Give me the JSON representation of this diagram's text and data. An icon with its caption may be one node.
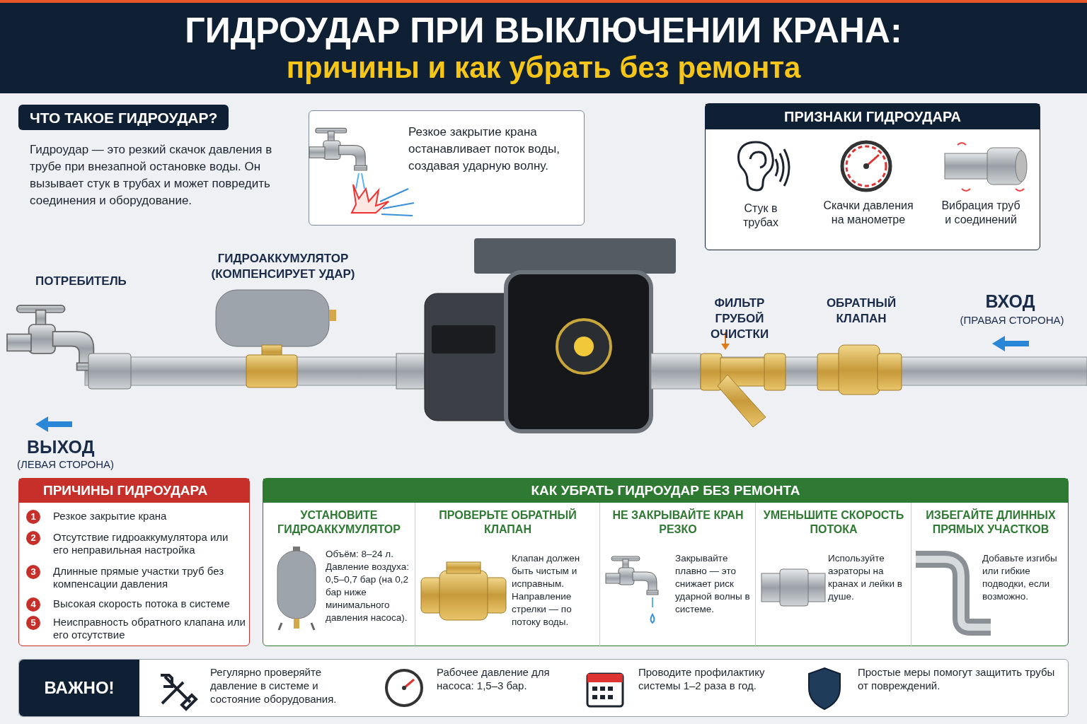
{
  "diagram": {
    "title": "ГИДРОУДАР ПРИ ВЫКЛЮЧЕНИИ КРАНА:",
    "nodes": [
      {
        "text": [
          "ЧТО ТАКОЕ ГИДРОУДАР?",
          "Гидроудар — это резкий скачок давления в трубе при внезапной остановке воды. Он вызывает стук в трубах и может повредить соединения и оборудование."
        ]
      },
      {
        "text": [
          "Резкое закрытие крана останавливает поток воды, создавая ударную волну."
        ]
      },
      {
        "text": [
          "ПРИЗНАКИ ГИДРОУДАРА"
        ]
      },
      {
        "text": [
          "Стук в трубах"
        ],
        "in": 2
      },
      {
        "text": [
          "Скачки давления на манометре"
        ],
        "in": 2
      },
      {
        "text": [
          "Вибрация труб и соединений"
        ],
        "in": 2
      },
      {
        "text": [
          "ПРИЧИНЫ ГИДРОУДАРА"
        ]
      },
      {
        "text": [
          "1",
          "Резкое закрытие крана"
        ],
        "in": 6
      },
      {
        "text": [
          "2",
          "Отсутствие гидроаккумулятора или его неправильная настройка"
        ],
        "in": 6
      },
      {
        "text": [
          "3",
          "Длинные прямые участки труб без компенсации давления"
        ],
        "in": 6
      },
      {
        "text": [
          "4",
          "Высокая скорость потока в системе"
        ],
        "in": 6
      },
      {
        "text": [
          "5",
          "Неисправность обратного клапана или его отсутствие"
        ],
        "in": 6
      },
      {
        "text": [
          "КАК УБРАТЬ ГИДРОУДАР БЕЗ РЕМОНТА"
        ]
      },
      {
        "text": [
          "УСТАНОВИТЕ ГИДРОАККУМУЛЯТОР",
          "Объём: 8–24 л. Давление воздуха: 0,5–0,7 бар (на 0,2 бар ниже минимального давления насоса)."
        ],
        "in": 12
      },
      {
        "text": [
          "ПРОВЕРЬТЕ ОБРАТНЫЙ КЛАПАН",
          "Клапан должен быть чистым и исправным. Направление стрелки — по потоку воды."
        ],
        "in": 12
      },
      {
        "text": [
          "НЕ ЗАКРЫВАЙТЕ КРАН РЕЗКО",
          "Закрывайте плавно — это снижает риск ударной волны в системе."
        ],
        "in": 12
      },
      {
        "text": [
          "УМЕНЬШИТЕ СКОРОСТЬ ПОТОКА",
          "Используйте аэраторы на кранах и лейки в душе."
        ],
        "in": 12
      },
      {
        "text": [
          "ИЗБЕГАЙТЕ ДЛИННЫХ ПРЯМЫХ УЧАСТКОВ",
          "Добавьте изгибы или гибкие подводки, если возможно."
        ],
        "in": 12
      },
      {
        "text": [
          "ВАЖНО!"
        ]
      },
      {
        "text": [
          "Регулярно проверяйте давление в системе и состояние оборудования."
        ],
        "in": 18
      },
      {
        "text": [
          "Рабочее давление для насоса: 1,5–3 бар."
        ],
        "in": 18
      },
      {
        "text": [
          "Проводите профилактику системы 1–2 раза в год."
        ],
        "in": 18
      },
      {
        "text": [
          "Простые меры помогут защитить трубы от повреждений."
        ],
        "in": 18
      }
    ],
    "labels": [
      "причины и как убрать без ремонта",
      "ПОТРЕБИТЕЛЬ",
      "ГИДРОАККУМУЛЯТОР (КОМПЕНСИРУЕТ УДАР)",
      "ФИЛЬТР ГРУБОЙ ОЧИСТКИ",
      "ОБРАТНЫЙ КЛАПАН",
      "ВХОД",
      "(ПРАВАЯ СТОРОНА)",
      "ВЫХОД",
      "(ЛЕВАЯ СТОРОНА)"
    ]
  }
}
